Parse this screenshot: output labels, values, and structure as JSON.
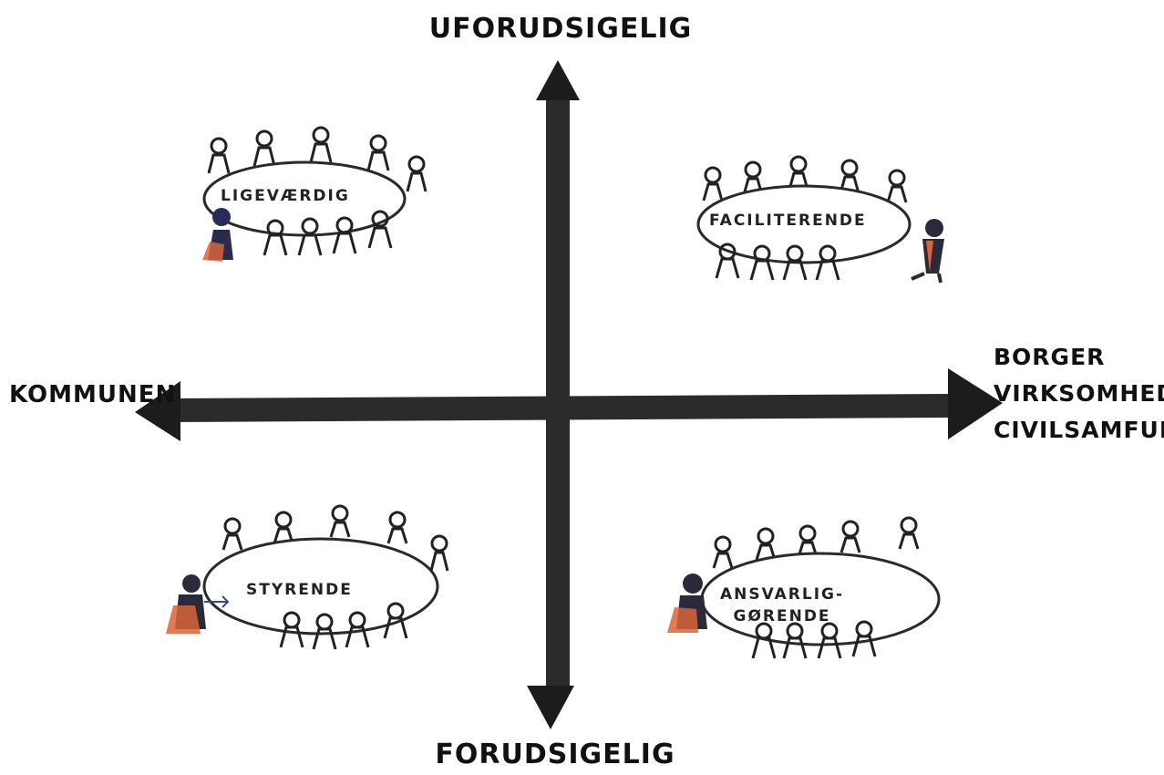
{
  "axes": {
    "top": "UFORUDSIGELIG",
    "bottom": "FORUDSIGELIG",
    "left": "KOMMUNEN",
    "right": [
      "BORGER",
      "VIRKSOMHED",
      "CIVILSAMFUND"
    ]
  },
  "quadrants": {
    "top_left": {
      "label": "LIGEVÆRDIG",
      "icon": "meeting-table-with-leader-icon"
    },
    "top_right": {
      "label": "FACILITERENDE",
      "icon": "meeting-table-with-leader-icon"
    },
    "bottom_left": {
      "label": "STYRENDE",
      "icon": "meeting-table-with-leader-icon"
    },
    "bottom_right": {
      "label_lines": [
        "ANSVARLIG-",
        "GØRENDE"
      ],
      "icon": "meeting-table-with-leader-icon"
    }
  },
  "colors": {
    "ink": "#1c1c1c",
    "axis": "#2b2b2b",
    "accent": "#d9643a",
    "table_outline": "#2a2a2a"
  }
}
